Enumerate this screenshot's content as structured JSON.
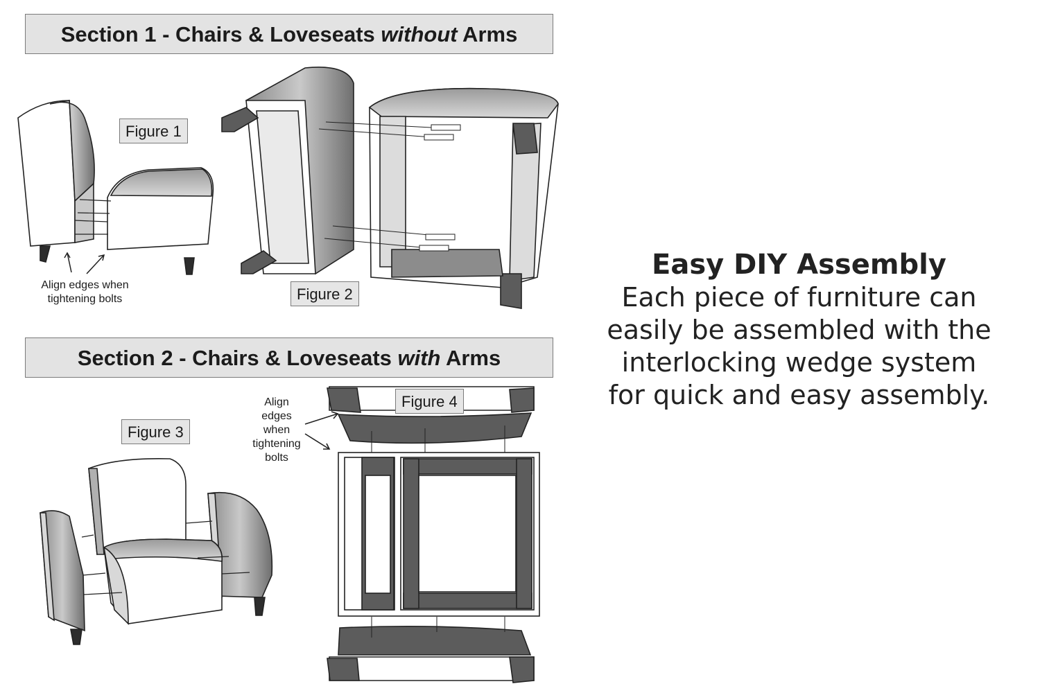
{
  "section1": {
    "prefix": "Section 1 - Chairs & Loveseats ",
    "emph": "without",
    "suffix": " Arms"
  },
  "section2": {
    "prefix": "Section 2 - Chairs & Loveseats ",
    "emph": "with",
    "suffix": " Arms"
  },
  "figures": {
    "fig1": "Figure 1",
    "fig2": "Figure 2",
    "fig3": "Figure 3",
    "fig4": "Figure 4"
  },
  "notes": {
    "align1_line1": "Align edges when",
    "align1_line2": "tightening bolts",
    "align2_line1": "Align",
    "align2_line2": "edges",
    "align2_line3": "when",
    "align2_line4": "tightening",
    "align2_line5": "bolts"
  },
  "promo": {
    "title": "Easy DIY Assembly",
    "body": "Each piece of furniture can easily be assembled with the interlocking wedge system for quick and easy assembly."
  },
  "colors": {
    "header_bg": "#e3e3e3",
    "panel_gray": "#5c5c5c",
    "light_gray": "#bdbdbd",
    "text": "#222222"
  }
}
